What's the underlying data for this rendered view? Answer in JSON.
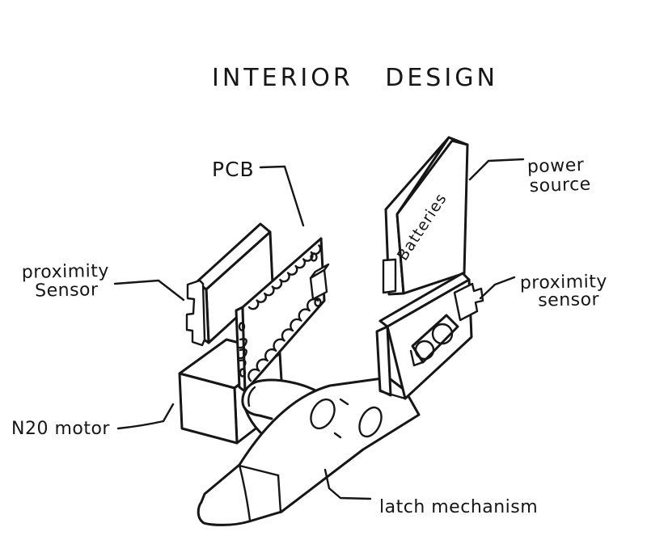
{
  "title": "INTERIOR DESIGN",
  "colors": {
    "ink": "#161616",
    "paper": "#ffffff"
  },
  "labels": {
    "pcb": "PCB",
    "power_source": {
      "line1": "power",
      "line2": "source"
    },
    "battery": "Batteries",
    "proximity_left": {
      "line1": "proximity",
      "line2": "Sensor"
    },
    "proximity_right": {
      "line1": "proximity",
      "line2": "sensor"
    },
    "motor": "N20 motor",
    "latch": "latch mechanism"
  }
}
